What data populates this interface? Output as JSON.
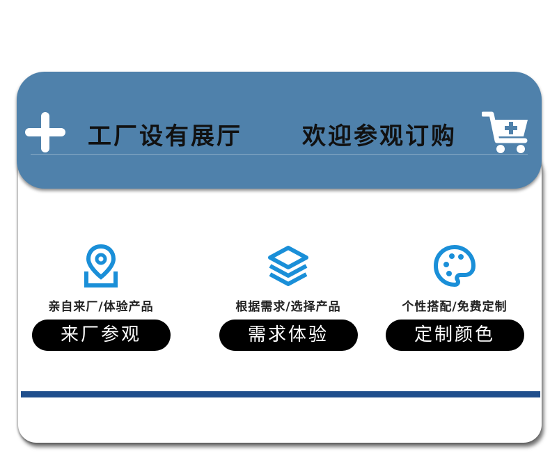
{
  "banner": {
    "left_text": "工厂设有展厅",
    "right_text": "欢迎参观订购",
    "left_icon": "plus-icon",
    "right_icon": "cart-plus-icon"
  },
  "features": [
    {
      "icon": "location-pin-icon",
      "subtitle": "亲自来厂/体验产品",
      "button": "来厂参观"
    },
    {
      "icon": "layers-icon",
      "subtitle": "根据需求/选择产品",
      "button": "需求体验"
    },
    {
      "icon": "palette-icon",
      "subtitle": "个性搭配/免费定制",
      "button": "定制颜色"
    }
  ],
  "colors": {
    "banner": "#4f81ab",
    "icon_blue": "#1a8fd8",
    "pill": "#000000",
    "divider": "#1f4e8c"
  }
}
